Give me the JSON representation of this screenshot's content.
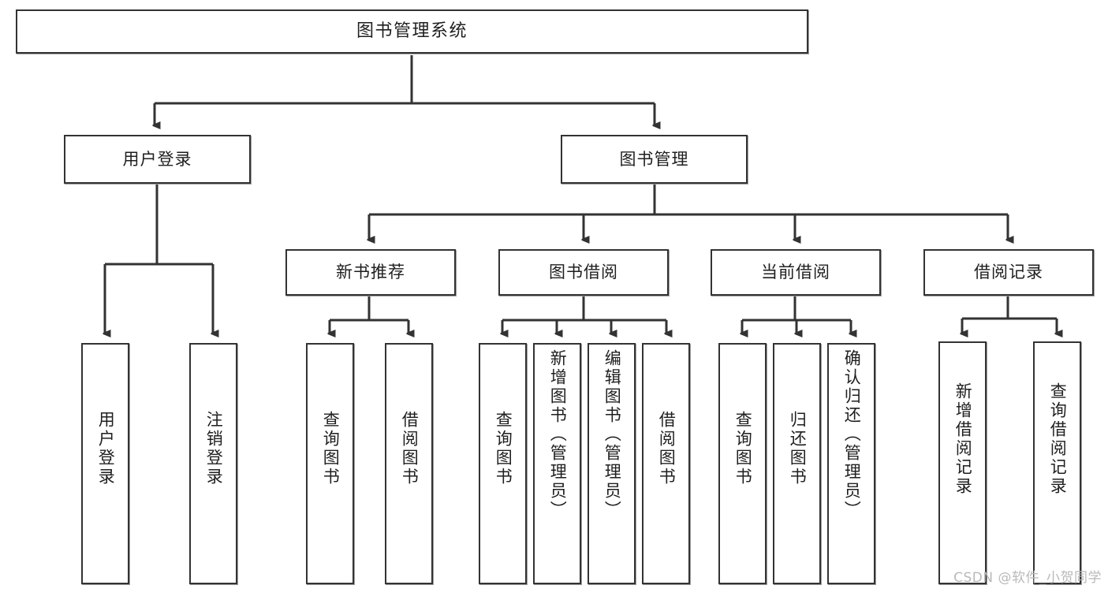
{
  "diagram": {
    "title": "图书管理系统",
    "watermark": "CSDN @软件_小贺同学",
    "line_color": "#333333",
    "box_fill": "#ffffff",
    "text_color": "#1f1f1f",
    "levels": {
      "root": "图书管理系统",
      "level2": [
        "用户登录",
        "图书管理"
      ],
      "level3": [
        "新书推荐",
        "图书借阅",
        "当前借阅",
        "借阅记录"
      ]
    },
    "nodes": {
      "root": {
        "label": "图书管理系统"
      },
      "user_login": {
        "label": "用户登录"
      },
      "book_manage": {
        "label": "图书管理"
      },
      "new_book_rec": {
        "label": "新书推荐"
      },
      "book_borrow": {
        "label": "图书借阅"
      },
      "current_borrow": {
        "label": "当前借阅"
      },
      "borrow_record": {
        "label": "借阅记录"
      },
      "leaf_user_login": {
        "label": "用户登录"
      },
      "leaf_logout": {
        "label": "注销登录"
      },
      "leaf_query_book_1": {
        "label": "查询图书"
      },
      "leaf_borrow_book_1": {
        "label": "借阅图书"
      },
      "leaf_query_book_2": {
        "label": "查询图书"
      },
      "leaf_add_book": {
        "label": "新增图书（管理员）"
      },
      "leaf_edit_book": {
        "label": "编辑图书（管理员）"
      },
      "leaf_borrow_book_2": {
        "label": "借阅图书"
      },
      "leaf_query_book_3": {
        "label": "查询图书"
      },
      "leaf_return_book": {
        "label": "归还图书"
      },
      "leaf_confirm_return": {
        "label": "确认归还（管理员）"
      },
      "leaf_add_record": {
        "label": "新增借阅记录"
      },
      "leaf_query_record": {
        "label": "查询借阅记录"
      }
    },
    "edges": [
      {
        "from": "root",
        "to": "user_login"
      },
      {
        "from": "root",
        "to": "book_manage"
      },
      {
        "from": "user_login",
        "to": "leaf_user_login"
      },
      {
        "from": "user_login",
        "to": "leaf_logout"
      },
      {
        "from": "book_manage",
        "to": "new_book_rec"
      },
      {
        "from": "book_manage",
        "to": "book_borrow"
      },
      {
        "from": "book_manage",
        "to": "current_borrow"
      },
      {
        "from": "book_manage",
        "to": "borrow_record"
      },
      {
        "from": "new_book_rec",
        "to": "leaf_query_book_1"
      },
      {
        "from": "new_book_rec",
        "to": "leaf_borrow_book_1"
      },
      {
        "from": "book_borrow",
        "to": "leaf_query_book_2"
      },
      {
        "from": "book_borrow",
        "to": "leaf_add_book"
      },
      {
        "from": "book_borrow",
        "to": "leaf_edit_book"
      },
      {
        "from": "book_borrow",
        "to": "leaf_borrow_book_2"
      },
      {
        "from": "current_borrow",
        "to": "leaf_query_book_3"
      },
      {
        "from": "current_borrow",
        "to": "leaf_return_book"
      },
      {
        "from": "current_borrow",
        "to": "leaf_confirm_return"
      },
      {
        "from": "borrow_record",
        "to": "leaf_add_record"
      },
      {
        "from": "borrow_record",
        "to": "leaf_query_record"
      }
    ]
  }
}
